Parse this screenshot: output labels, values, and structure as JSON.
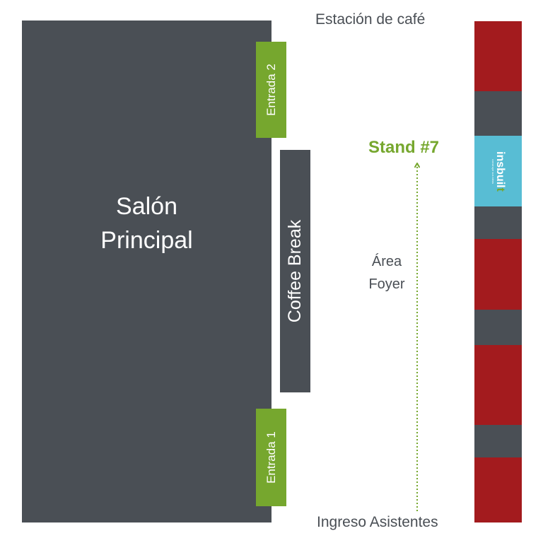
{
  "map": {
    "hall": {
      "label_line1": "Salón",
      "label_line2": "Principal"
    },
    "entrances": {
      "entrance2": "Entrada 2",
      "entrance1": "Entrada 1"
    },
    "coffee_break": "Coffee Break",
    "coffee_station": "Estación de café",
    "attendee_entrance": "Ingreso Asistentes",
    "stand": {
      "label": "Stand #7",
      "logo_main": "insbuil",
      "logo_suffix": "t",
      "logo_tagline": "construye sus ideas"
    },
    "foyer": {
      "line1": "Área",
      "line2": "Foyer"
    }
  },
  "colors": {
    "hall": "#4a4f55",
    "entrance": "#76a72e",
    "stand_highlight": "#58bdd4",
    "booth_red": "#a31b1e",
    "booth_gray": "#4a4f55",
    "accent_text": "#76a72e"
  }
}
